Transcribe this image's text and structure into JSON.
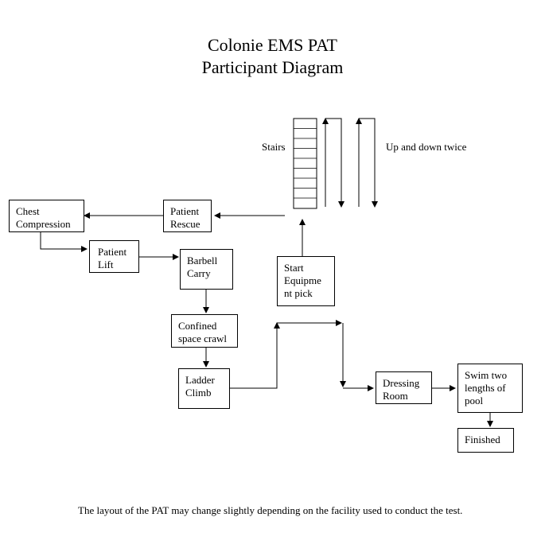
{
  "title": {
    "line1": "Colonie EMS PAT",
    "line2": "Participant Diagram"
  },
  "diagram": {
    "nodes": {
      "chest_compression": "Chest\nCompression",
      "patient_rescue": "Patient\nRescue",
      "patient_lift": "Patient\nLift",
      "barbell_carry": "Barbell\nCarry",
      "confined_space_crawl": "Confined\nspace crawl",
      "ladder_climb": "Ladder\nClimb",
      "dressing_room": "Dressing\nRoom",
      "swim": "Swim two\nlengths of\npool",
      "finished": "Finished",
      "start_equipment_pick": "Start\nEquipme\nnt pick"
    },
    "labels": {
      "stairs": "Stairs",
      "up_and_down": "Up and down twice"
    }
  },
  "footer_note": "The layout of the PAT may change slightly depending on the facility used to conduct the test.",
  "colors": {
    "ink": "#000000",
    "background": "#ffffff"
  }
}
